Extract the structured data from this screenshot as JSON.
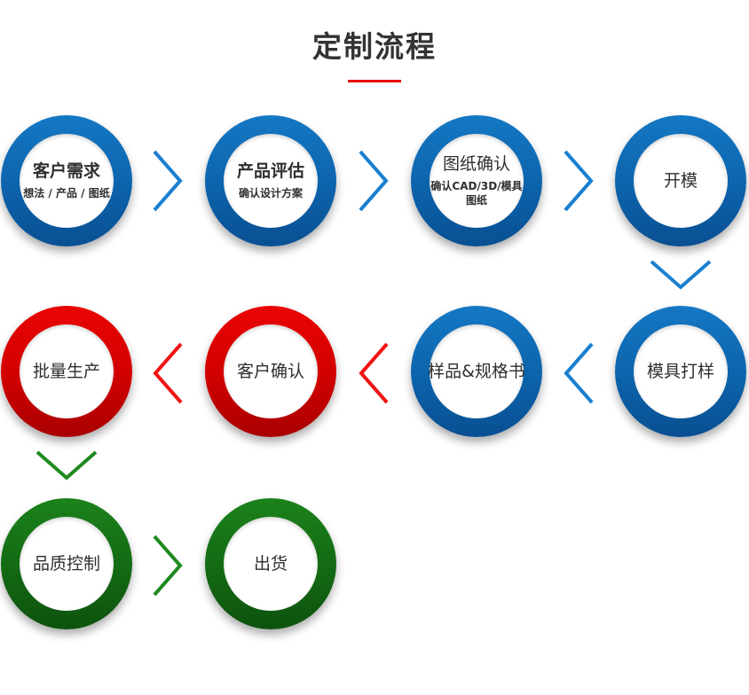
{
  "title": {
    "text": "定制流程"
  },
  "colors": {
    "blue_ring": "#0d6ab6",
    "red_ring": "#d60000",
    "green_ring": "#157515",
    "arrow_blue": "#1b7fd0",
    "arrow_red": "#f01414",
    "arrow_green": "#1f8a1f",
    "underline": "#e60000",
    "text": "#333333"
  },
  "nodes": [
    {
      "id": "customer-needs",
      "label": "客户需求",
      "sub": "想法 / 产品 / 图纸",
      "color": "blue"
    },
    {
      "id": "product-evaluation",
      "label": "产品评估",
      "sub": "确认设计方案",
      "color": "blue"
    },
    {
      "id": "drawing-confirmation",
      "label": "图纸确认",
      "sub": "确认CAD/3D/模具图纸",
      "color": "blue"
    },
    {
      "id": "mold-opening",
      "label": "开模",
      "color": "blue"
    },
    {
      "id": "mold-sampling",
      "label": "模具打样",
      "color": "blue"
    },
    {
      "id": "sample-and-spec",
      "label": "样品&规格书",
      "color": "blue"
    },
    {
      "id": "customer-confirmation",
      "label": "客户确认",
      "color": "red"
    },
    {
      "id": "mass-production",
      "label": "批量生产",
      "color": "red"
    },
    {
      "id": "quality-control",
      "label": "品质控制",
      "color": "green"
    },
    {
      "id": "shipping",
      "label": "出货",
      "color": "green"
    }
  ],
  "arrows": [
    {
      "direction": "right",
      "color": "blue",
      "from": "客户需求",
      "to": "产品评估"
    },
    {
      "direction": "right",
      "color": "blue",
      "from": "产品评估",
      "to": "图纸确认"
    },
    {
      "direction": "right",
      "color": "blue",
      "from": "图纸确认",
      "to": "开模"
    },
    {
      "direction": "down",
      "color": "blue",
      "from": "开模",
      "to": "模具打样"
    },
    {
      "direction": "left",
      "color": "blue",
      "from": "模具打样",
      "to": "样品&规格书"
    },
    {
      "direction": "left",
      "color": "red",
      "from": "样品&规格书",
      "to": "客户确认"
    },
    {
      "direction": "left",
      "color": "red",
      "from": "客户确认",
      "to": "批量生产"
    },
    {
      "direction": "down",
      "color": "green",
      "from": "批量生产",
      "to": "品质控制"
    },
    {
      "direction": "right",
      "color": "green",
      "from": "品质控制",
      "to": "出货"
    }
  ]
}
